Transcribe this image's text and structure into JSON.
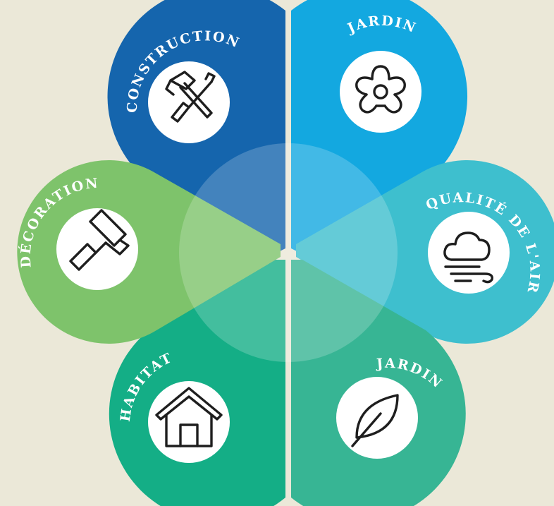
{
  "background_color": "#ebe8d8",
  "center_overlay_color": "#ffffff",
  "petals": [
    {
      "id": "construction",
      "label": "CONSTRUCTION",
      "icon": "hammer-screwdriver-icon",
      "color": "#1565ad"
    },
    {
      "id": "jardin-flower",
      "label": "JARDIN",
      "icon": "flower-icon",
      "color": "#13a8e0"
    },
    {
      "id": "qualite-air",
      "label": "QUALITÉ DE L'AIR",
      "icon": "cloud-wind-icon",
      "color": "#3ebfce"
    },
    {
      "id": "jardin-leaf",
      "label": "JARDIN",
      "icon": "leaf-icon",
      "color": "#37b594"
    },
    {
      "id": "habitat",
      "label": "HABITAT",
      "icon": "house-icon",
      "color": "#14ae86"
    },
    {
      "id": "decoration",
      "label": "DÉCORATION",
      "icon": "paint-roller-icon",
      "color": "#7ec36b"
    }
  ]
}
